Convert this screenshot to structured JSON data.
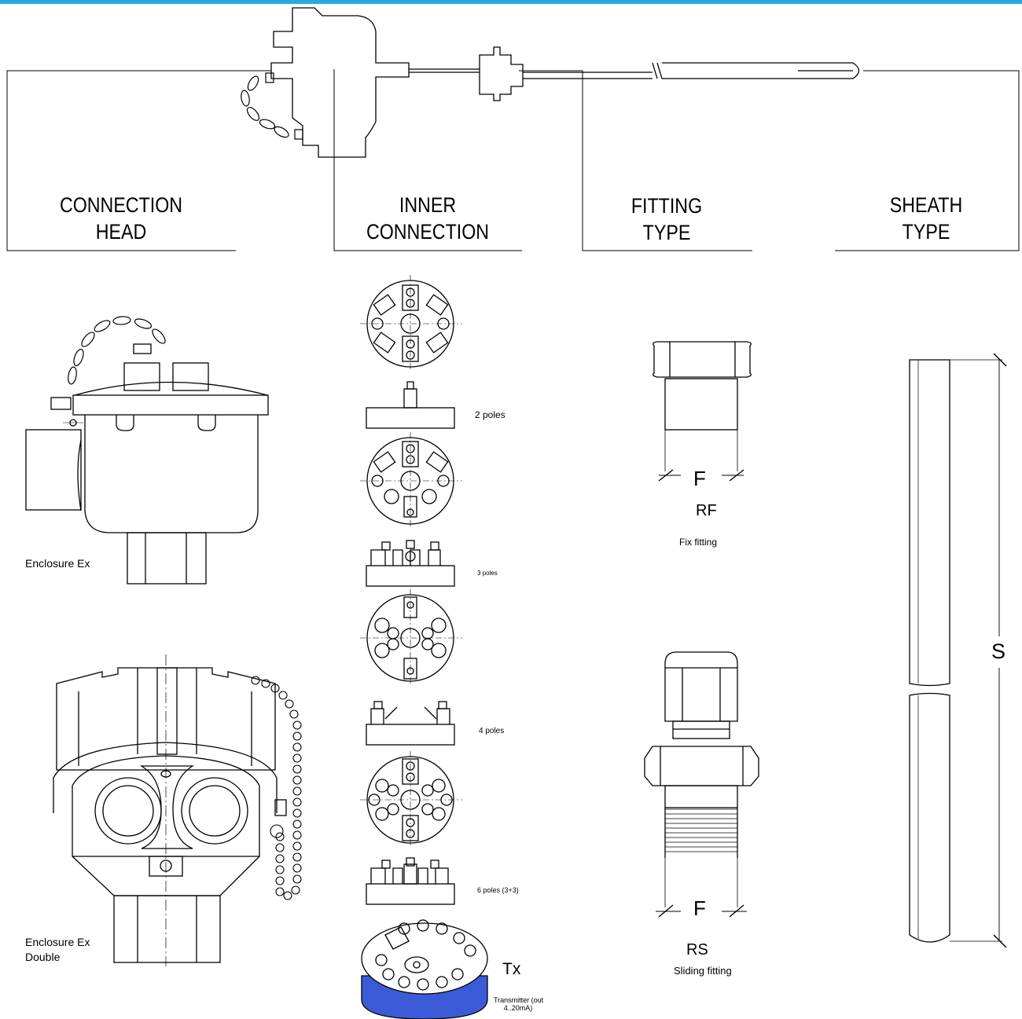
{
  "headers": {
    "connection_head": [
      "CONNECTION",
      "HEAD"
    ],
    "inner_connection": [
      "INNER",
      "CONNECTION"
    ],
    "fitting_type": [
      "FITTING",
      "TYPE"
    ],
    "sheath_type": [
      "SHEATH",
      "TYPE"
    ]
  },
  "connection_heads": {
    "enclosure_ex": "Enclosure Ex",
    "enclosure_ex_double": [
      "Enclosure Ex",
      "Double"
    ]
  },
  "inner_connections": {
    "two_poles": "2 poles",
    "three_poles": "3 poles",
    "four_poles": "4 poles",
    "six_poles": "6 poles (3+3)",
    "tx": "Tx",
    "transmitter": [
      "Transmitter (out",
      "4..20mA)"
    ]
  },
  "fittings": {
    "rf_dim": "F",
    "rf_code": "RF",
    "rf_name": "Fix fitting",
    "rs_dim": "F",
    "rs_code": "RS",
    "rs_name": "Sliding fitting"
  },
  "sheath": {
    "dim": "S"
  },
  "colors": {
    "top_rule": "#2aa9e0",
    "line": "#000000",
    "transmitter_base": "#3b5bd6"
  }
}
